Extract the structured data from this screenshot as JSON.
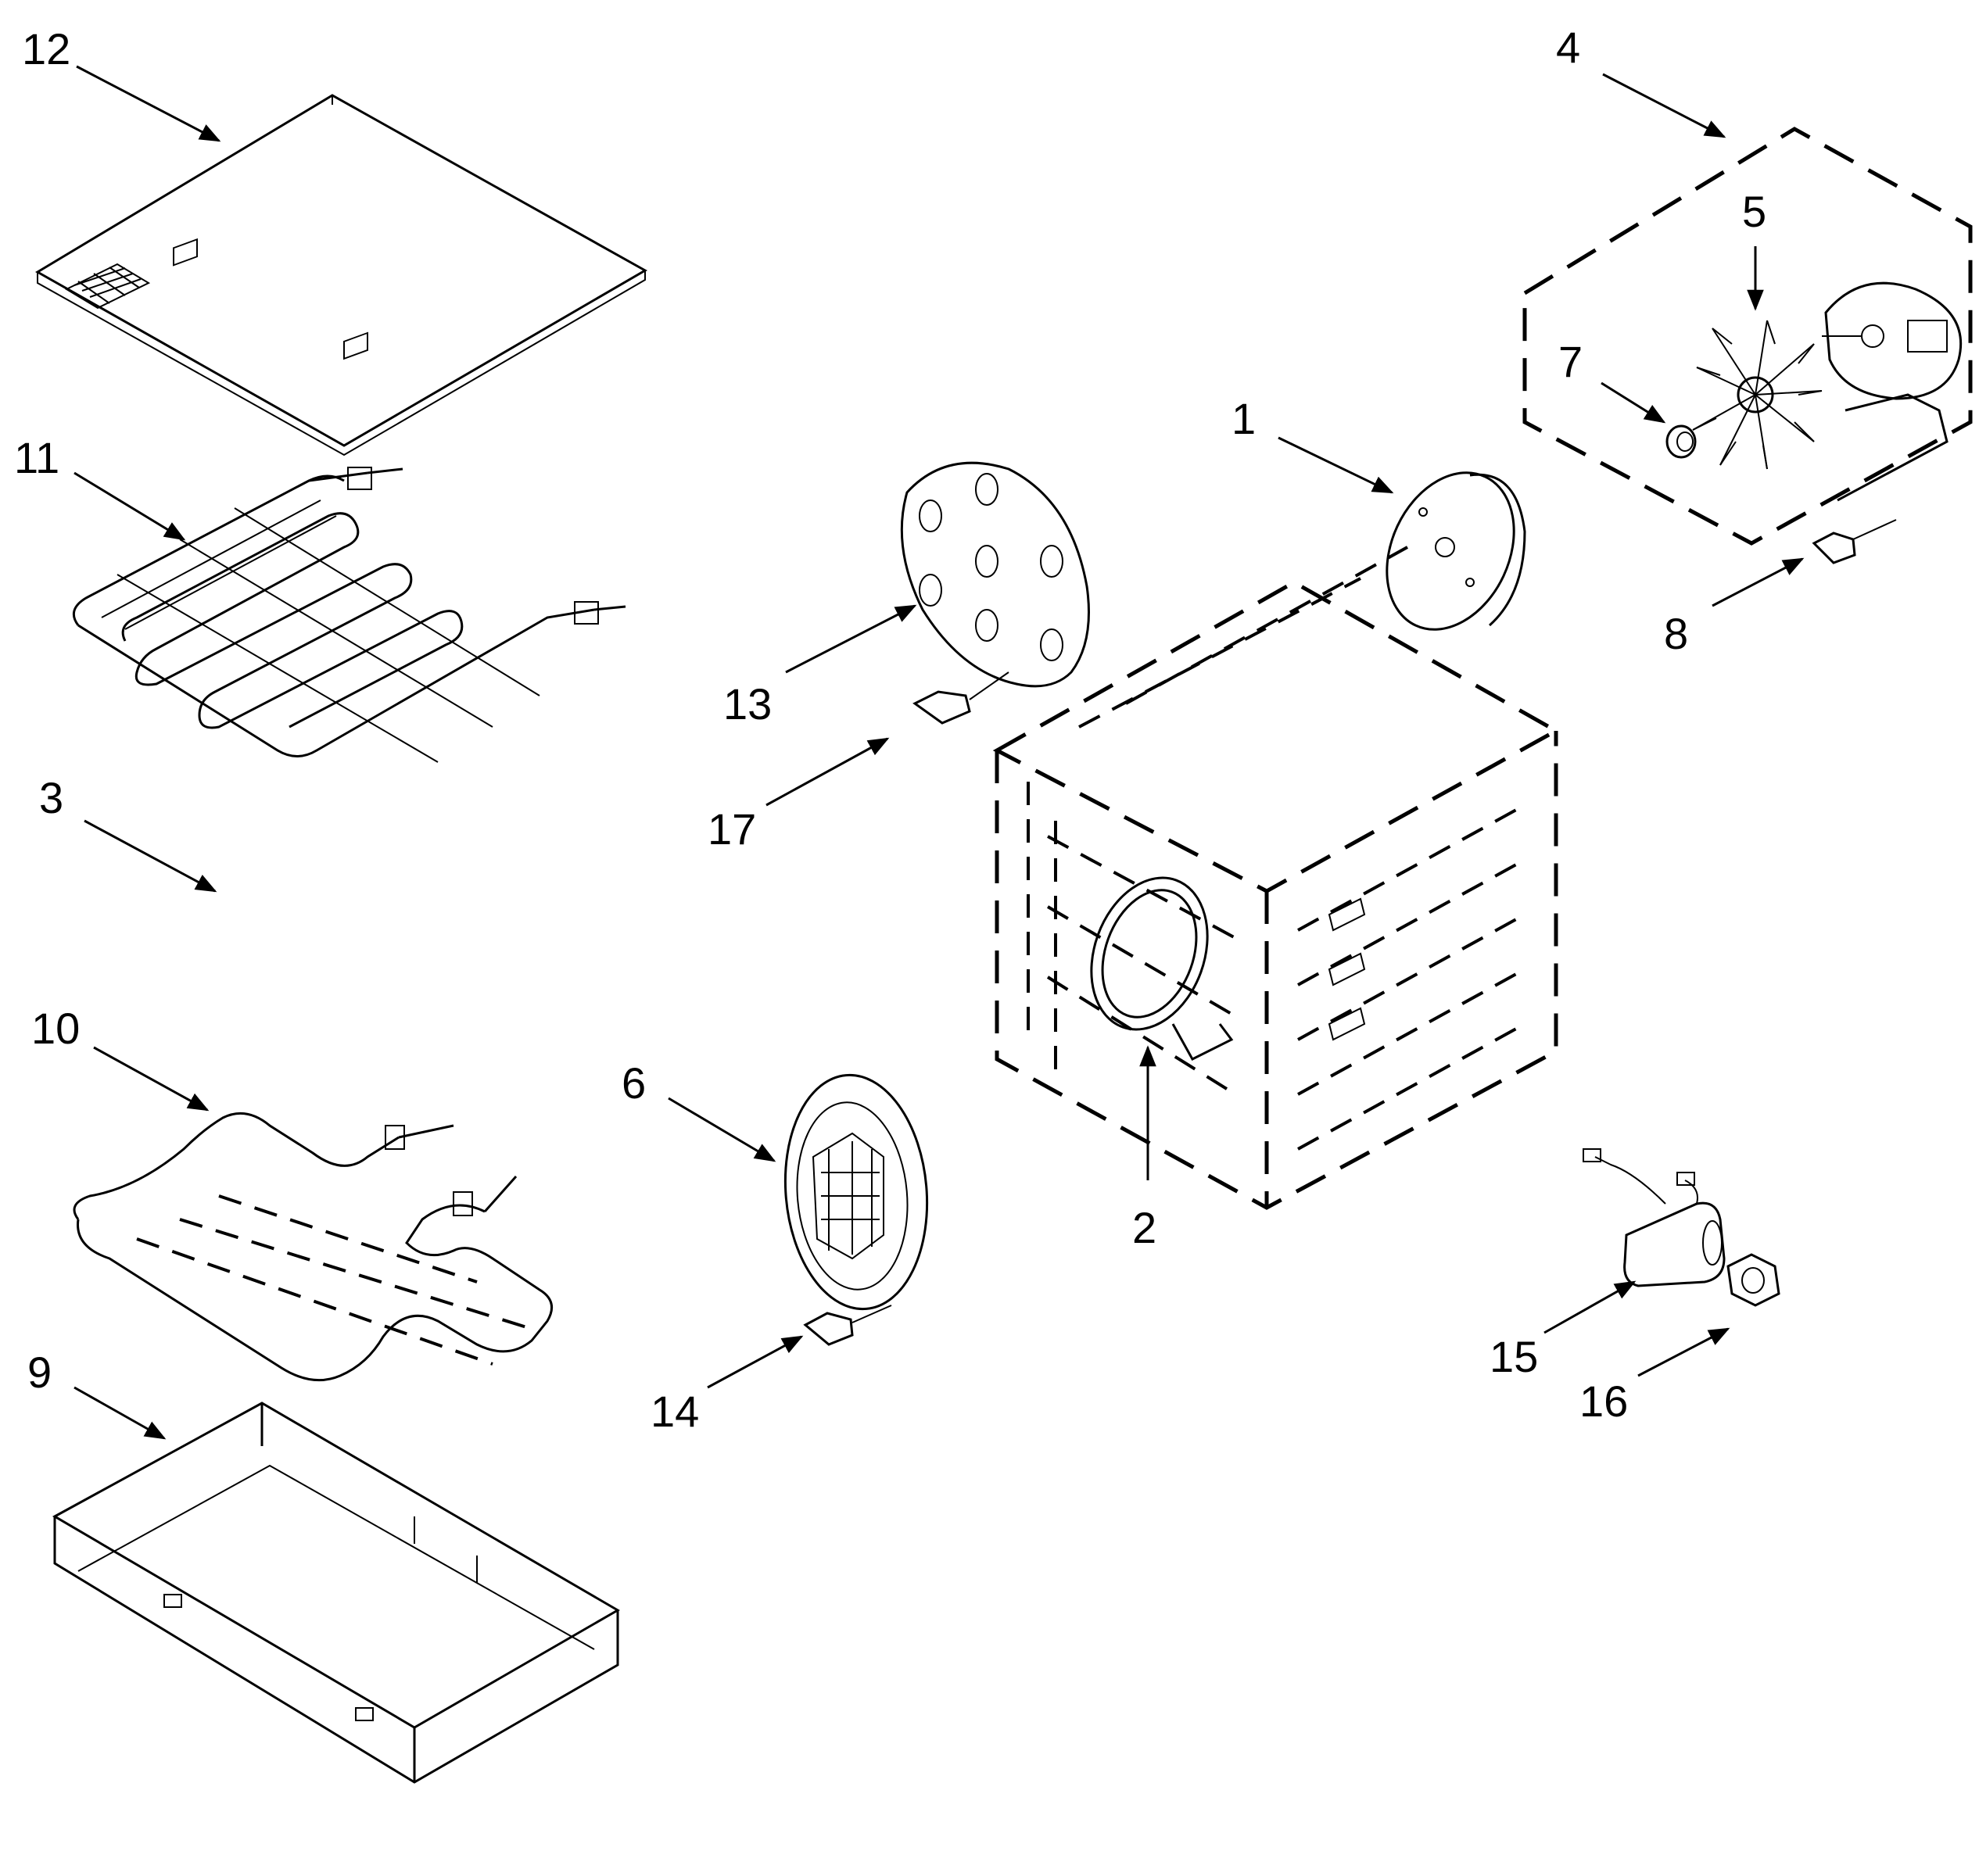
{
  "colors": {
    "line": "#000000",
    "background": "#ffffff"
  },
  "callouts": [
    {
      "id": "c1",
      "label": "1"
    },
    {
      "id": "c2",
      "label": "2"
    },
    {
      "id": "c3",
      "label": "3"
    },
    {
      "id": "c4",
      "label": "4"
    },
    {
      "id": "c5",
      "label": "5"
    },
    {
      "id": "c6",
      "label": "6"
    },
    {
      "id": "c7",
      "label": "7"
    },
    {
      "id": "c8",
      "label": "8"
    },
    {
      "id": "c9",
      "label": "9"
    },
    {
      "id": "c10",
      "label": "10"
    },
    {
      "id": "c11",
      "label": "11"
    },
    {
      "id": "c12",
      "label": "12"
    },
    {
      "id": "c13",
      "label": "13"
    },
    {
      "id": "c14",
      "label": "14"
    },
    {
      "id": "c15",
      "label": "15"
    },
    {
      "id": "c16",
      "label": "16"
    },
    {
      "id": "c17",
      "label": "17"
    }
  ]
}
